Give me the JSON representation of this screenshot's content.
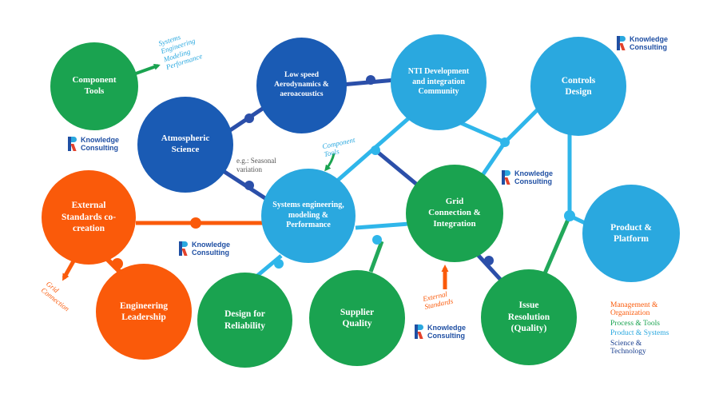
{
  "colors": {
    "green": "#1aa350",
    "dark_blue": "#1a5bb4",
    "light_blue": "#2aa8df",
    "orange": "#fa5a0a",
    "link_blue": "#2b4fa9",
    "link_light": "#2fb6ea",
    "link_green": "#22a85a"
  },
  "nodes": {
    "component_tools": "Component Tools",
    "low_speed": "Low speed Aerodynamics & aeroacoustics",
    "nti": "NTI Development and integration Community",
    "controls_design": "Controls Design",
    "atmospheric_science": "Atmospheric Science",
    "systems_engineering": "Systems engineering, modeling & Performance",
    "grid_connection": "Grid Connection & Integration",
    "external_standards": "External Standards co-creation",
    "product_platform": "Product & Platform",
    "engineering_leadership": "Engineering Leadership",
    "design_reliability": "Design for Reliability",
    "supplier_quality": "Supplier Quality",
    "issue_resolution": "Issue Resolution (Quality)"
  },
  "annotations": {
    "systems_list": "Systems Engineering Modeling Performance",
    "component_tools_note": "Component Tools",
    "seasonal_note": "e.g.: Seasonal variation",
    "grid_connection_note": "Grid Connection",
    "external_standards_note": "External Standards"
  },
  "branding": {
    "line1": "Knowledge",
    "line2": "Consulting"
  },
  "legend": {
    "management": "Management & Organization",
    "process": "Process & Tools",
    "product": "Product & Systems",
    "science": "Science & Technology"
  }
}
